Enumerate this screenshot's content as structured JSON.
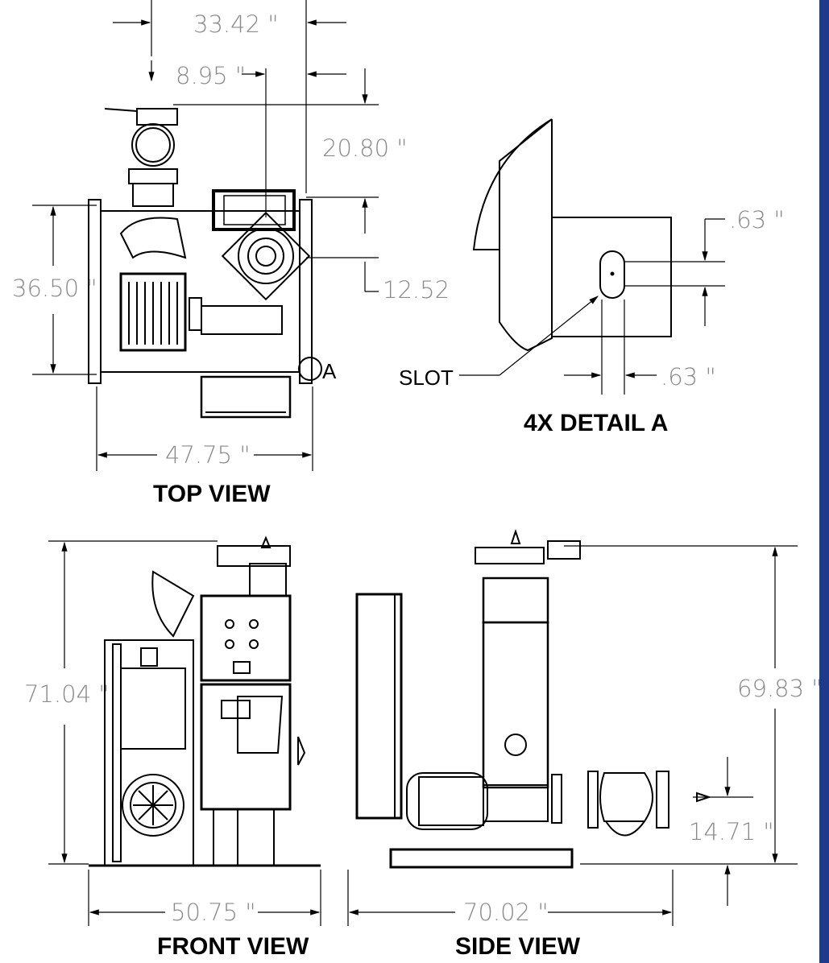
{
  "views": {
    "top": "TOP VIEW",
    "detail": "4X DETAIL A",
    "front": "FRONT VIEW",
    "side": "SIDE VIEW"
  },
  "dims": {
    "top_width_upper": "33.42 \"",
    "top_offset": "8.95 \"",
    "top_height_right": "20.80 \"",
    "top_height_left": "36.50 \"",
    "top_small": "12.52",
    "top_width_lower": "47.75 \"",
    "detail_h": ".63 \"",
    "detail_w": ".63 \"",
    "front_height": "71.04 \"",
    "front_width": "50.75 \"",
    "side_height": "69.83 \"",
    "side_inlet": "14.71 \"",
    "side_width": "70.02 \""
  },
  "labels": {
    "slot": "SLOT",
    "detail_ref": "A"
  },
  "colors": {
    "line": "#000000",
    "dimension": "#8a8a8a",
    "border": "#1e3a8c"
  }
}
